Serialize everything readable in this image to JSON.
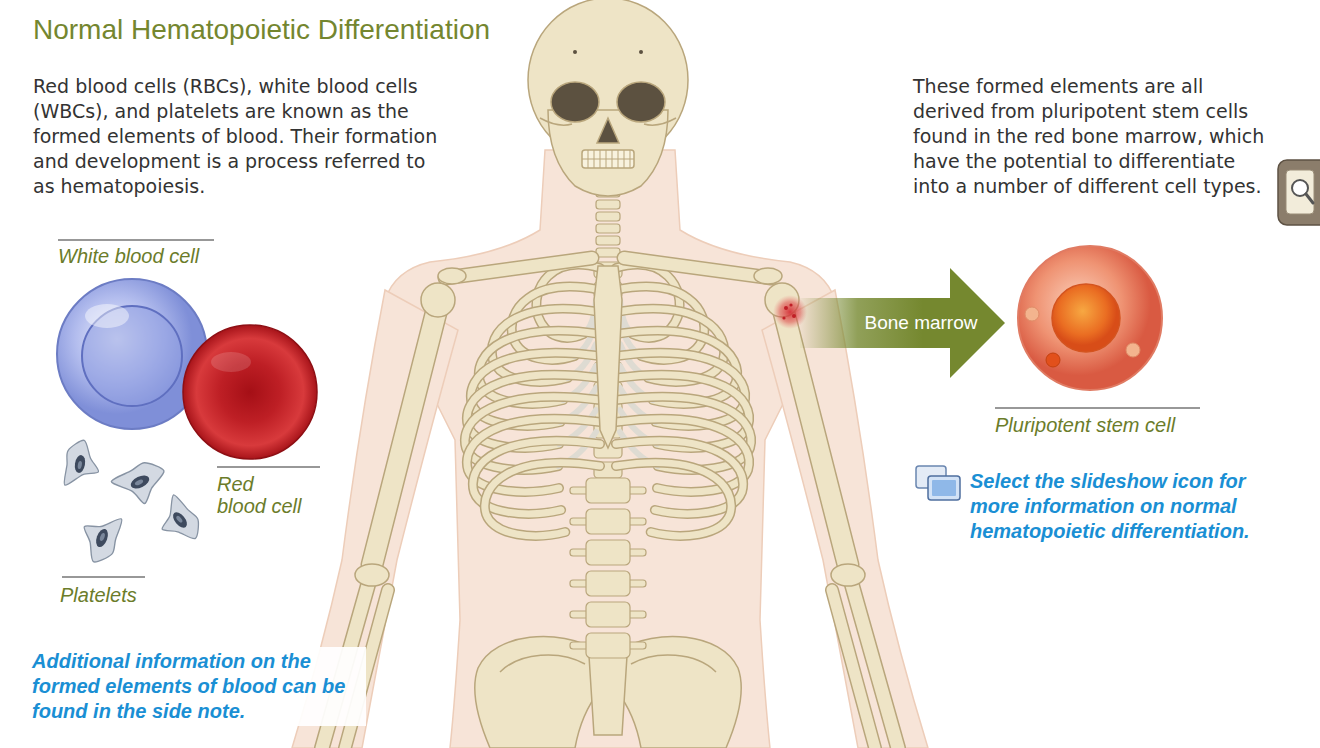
{
  "diagram": {
    "title": "Normal Hematopoietic Differentiation",
    "nodes": [
      {
        "text": [
          "White blood cell"
        ]
      },
      {
        "text": [
          "Red blood cell"
        ]
      },
      {
        "text": [
          "Platelets"
        ]
      },
      {
        "text": [
          "Bone marrow"
        ]
      },
      {
        "text": [
          "Pluripotent stem cell"
        ]
      }
    ],
    "labels": [
      "Red blood cells (RBCs), white blood cells (WBCs), and platelets are known as the formed elements of blood. Their formation and development is a process referred to as hematopoiesis.",
      "These formed elements are all derived from pluripotent stem cells found in the red bone marrow, which have the potential to differentiate into a number of different cell types.",
      "Select the slideshow icon for more information on normal hematopoietic differentiation.",
      "Additional information on the formed elements of blood can be found in the side note."
    ]
  }
}
